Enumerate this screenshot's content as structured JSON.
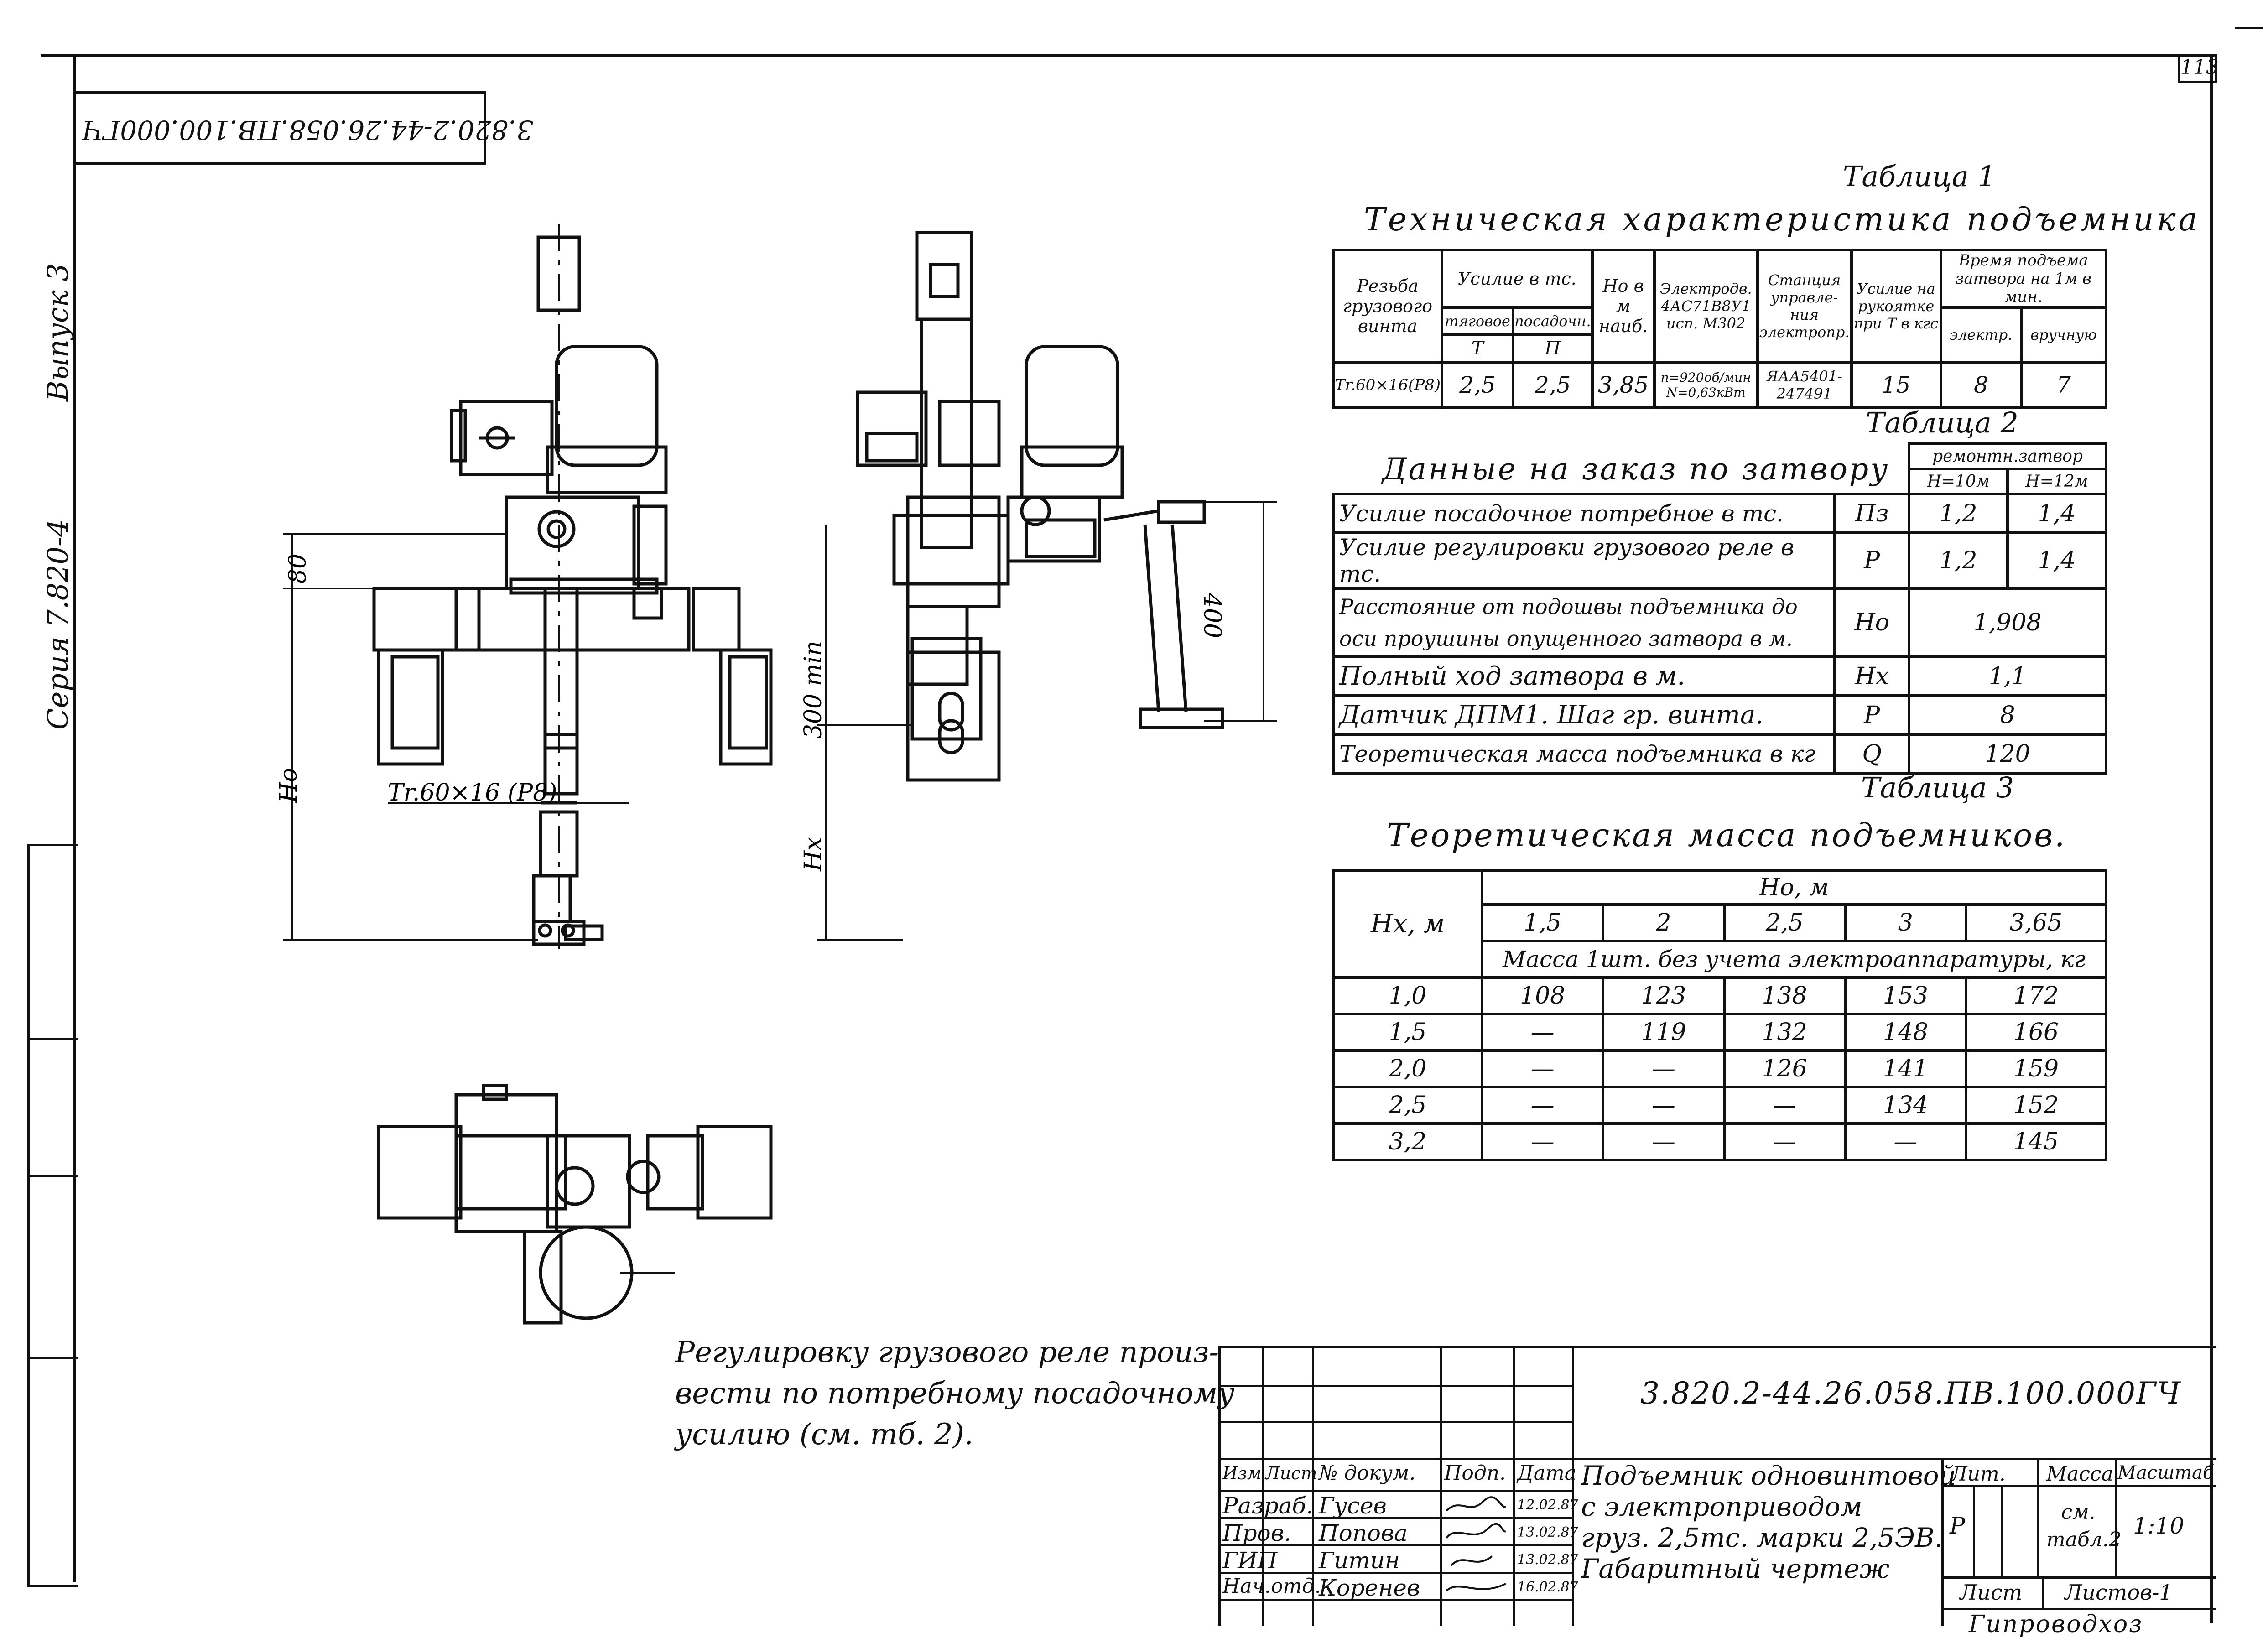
{
  "sheet_number": "113",
  "doc_code_rotated": "3.820.2-44.26.058.ПВ.100.000ГЧ",
  "side_labels": {
    "vypusk": "Выпуск 3",
    "seria": "Серия 7.820-4"
  },
  "drawing_labels": {
    "dim_80": "80",
    "dim_ho": "Но",
    "thread": "Tr.60×16 (P8)",
    "dim_300min": "300 min",
    "dim_hx": "Hx",
    "dim_400": "400"
  },
  "table1": {
    "caption": "Таблица 1",
    "title": "Техническая характеристика подъемника",
    "headers": {
      "rezba": "Резьба грузового винта",
      "usilie_tc": "Усилие в тс.",
      "tyagovoe": "тяговое",
      "posadoch": "посадочн.",
      "T": "Т",
      "P": "П",
      "ho": "Но в м наиб.",
      "electrodv": "Электродв. 4АС71В8У1 исп. М302",
      "stantsiya": "Станция управле-ния электропр.",
      "usilie_ruk": "Усилие на рукоятке при Т в кгс",
      "vremya": "Время подъема затвора на 1м в мин.",
      "elektr": "электр.",
      "vruchnuyu": "вручную"
    },
    "row": {
      "rezba": "Tr.60×16(P8)",
      "T": "2,5",
      "P": "2,5",
      "ho": "3,85",
      "electrodv": "n=920об/мин N=0,63кВт",
      "stantsiya": "ЯАА5401-247491",
      "usilie_ruk": "15",
      "elektr": "8",
      "vruchnuyu": "7"
    }
  },
  "table2": {
    "caption": "Таблица 2",
    "title": "Данные на заказ по затвору",
    "group_header": "ремонтн.затвор",
    "col_h10": "Н=10м",
    "col_h12": "Н=12м",
    "rows": [
      {
        "label": "Усилие посадочное потребное в тс.",
        "sym": "Пз",
        "v1": "1,2",
        "v2": "1,4"
      },
      {
        "label": "Усилие регулировки грузового реле в тс.",
        "sym": "Р",
        "v1": "1,2",
        "v2": "1,4"
      },
      {
        "label": "Расстояние от подошвы подъемника до оси проушины опущенного затвора в м.",
        "sym": "Но",
        "v": "1,908"
      },
      {
        "label": "Полный ход затвора в м.",
        "sym": "Нх",
        "v": "1,1"
      },
      {
        "label": "Датчик ДПМ1. Шаг гр. винта.",
        "sym": "Р",
        "v": "8"
      },
      {
        "label": "Теоретическая масса подъемника в кг",
        "sym": "Q",
        "v": "120"
      }
    ]
  },
  "table3": {
    "caption": "Таблица 3",
    "title": "Теоретическая масса подъемников.",
    "row_header": "Нх, м",
    "col_group": "Но, м",
    "cols": [
      "1,5",
      "2",
      "2,5",
      "3",
      "3,65"
    ],
    "subheader": "Масса 1шт. без учета электроаппаратуры, кг",
    "rows": [
      {
        "hx": "1,0",
        "vals": [
          "108",
          "123",
          "138",
          "153",
          "172"
        ]
      },
      {
        "hx": "1,5",
        "vals": [
          "—",
          "119",
          "132",
          "148",
          "166"
        ]
      },
      {
        "hx": "2,0",
        "vals": [
          "—",
          "—",
          "126",
          "141",
          "159"
        ]
      },
      {
        "hx": "2,5",
        "vals": [
          "—",
          "—",
          "—",
          "134",
          "152"
        ]
      },
      {
        "hx": "3,2",
        "vals": [
          "—",
          "—",
          "—",
          "—",
          "145"
        ]
      }
    ]
  },
  "note": {
    "line1": "Регулировку грузового реле произ-",
    "line2": "вести по потребному посадочному",
    "line3": "усилию (см. тб. 2)."
  },
  "title_block": {
    "doc_code": "3.820.2-44.26.058.ПВ.100.000ГЧ",
    "hdr_izm": "Изм",
    "hdr_list": "Лист",
    "hdr_ndok": "№ докум.",
    "hdr_podp": "Подп.",
    "hdr_data": "Дата",
    "roles": [
      {
        "role": "Разраб.",
        "name": "Гусев",
        "date": "12.02.87"
      },
      {
        "role": "Пров.",
        "name": "Попова",
        "date": "13.02.87"
      },
      {
        "role": "ГИП",
        "name": "Гитин",
        "date": "13.02.87"
      },
      {
        "role": "Нач.отд.",
        "name": "Коренев",
        "date": "16.02.87"
      }
    ],
    "name_line1": "Подъемник одновинтовой",
    "name_line2": "с электроприводом",
    "name_line3": "груз. 2,5тс. марки 2,5ЭВ.",
    "name_line4": "Габаритный чертеж",
    "lit_hdr": "Лит.",
    "mass_hdr": "Масса",
    "scale_hdr": "Масштаб",
    "lit_val": "Р",
    "mass_val": "см. табл.2",
    "scale_val": "1:10",
    "list_hdr": "Лист",
    "listov_hdr": "Листов-1",
    "org": "Гипроводхоз"
  }
}
